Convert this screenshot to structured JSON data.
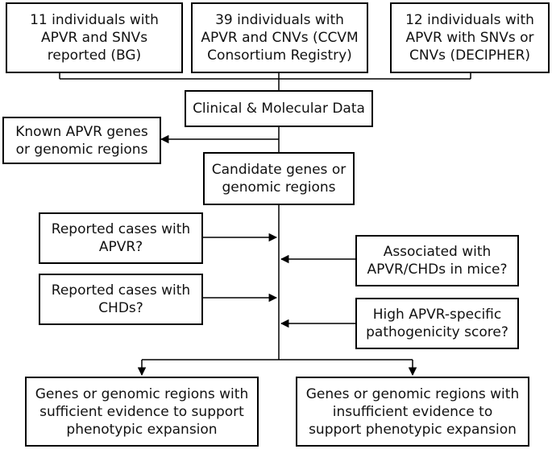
{
  "sources": [
    {
      "lines": [
        "11 individuals with",
        "APVR and SNVs",
        "reported (BG)"
      ]
    },
    {
      "lines": [
        "39 individuals with",
        "APVR and CNVs (CCVM",
        "Consortium Registry)"
      ]
    },
    {
      "lines": [
        "12 individuals with",
        "APVR with SNVs or",
        "CNVs (DECIPHER)"
      ]
    }
  ],
  "clinical": {
    "lines": [
      "Clinical & Molecular Data"
    ]
  },
  "known": {
    "lines": [
      "Known APVR genes",
      "or genomic regions"
    ]
  },
  "candidate": {
    "lines": [
      "Candidate genes or",
      "genomic regions"
    ]
  },
  "checks_left": [
    {
      "lines": [
        "Reported cases with",
        "APVR?"
      ]
    },
    {
      "lines": [
        "Reported cases with",
        "CHDs?"
      ]
    }
  ],
  "checks_right": [
    {
      "lines": [
        "Associated with",
        "APVR/CHDs in mice?"
      ]
    },
    {
      "lines": [
        "High APVR-specific",
        "pathogenicity score?"
      ]
    }
  ],
  "outcomes": [
    {
      "lines": [
        "Genes or genomic regions with",
        "sufficient evidence to support",
        "phenotypic expansion"
      ]
    },
    {
      "lines": [
        "Genes or genomic regions with",
        "insufficient evidence to",
        "support phenotypic expansion"
      ]
    }
  ],
  "colors": {
    "line": "#000000",
    "box_border": "#000000",
    "text": "#111111"
  }
}
